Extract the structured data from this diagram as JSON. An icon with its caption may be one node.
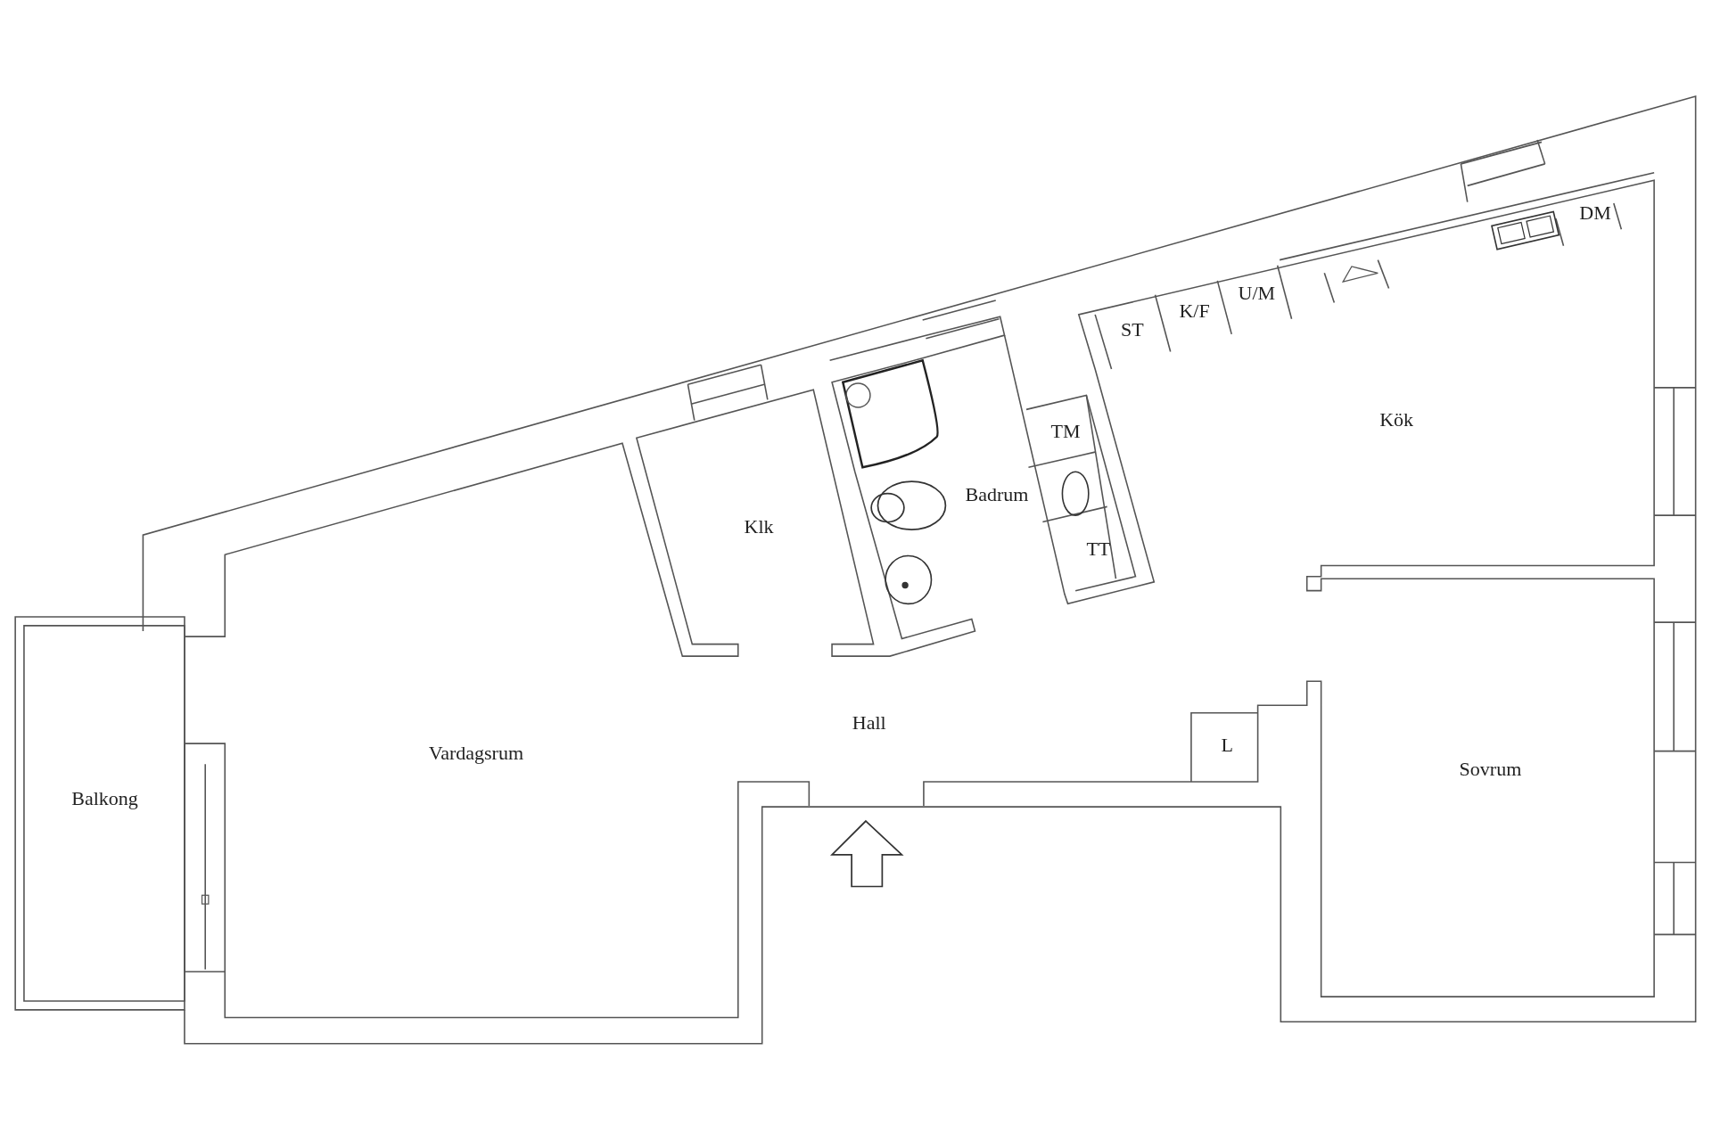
{
  "diagram": {
    "labels": [
      "DM",
      "U/M",
      "K/F",
      "ST",
      "Kök",
      "TM",
      "Badrum",
      "Klk",
      "TT",
      "Hall",
      "L",
      "Vardagsrum",
      "Sovrum",
      "Balkong"
    ]
  }
}
